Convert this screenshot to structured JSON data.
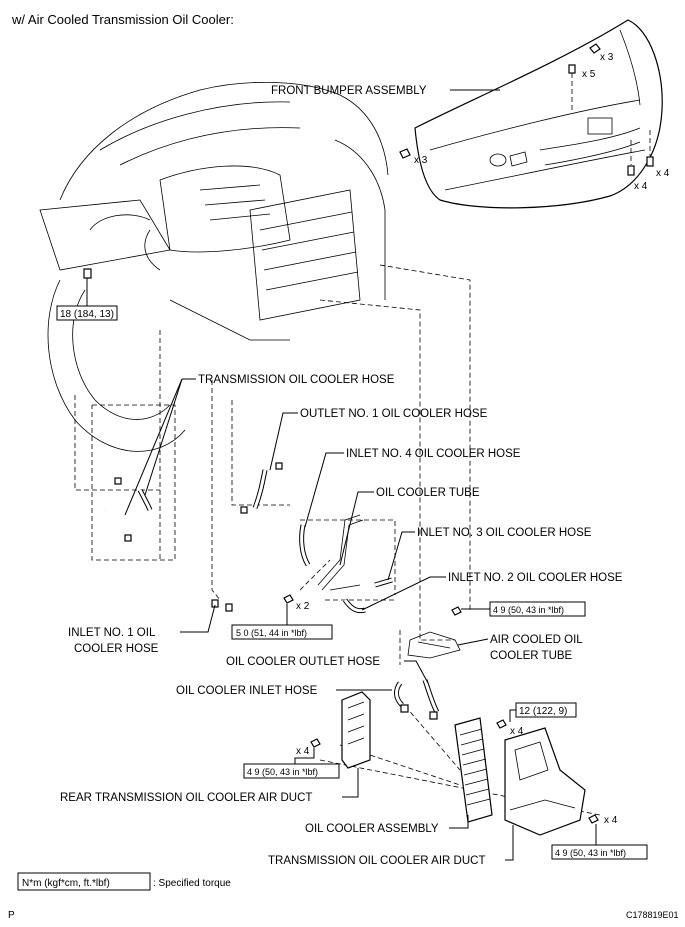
{
  "header": {
    "title": "w/ Air Cooled Transmission Oil Cooler:"
  },
  "labels": {
    "front_bumper": "FRONT BUMPER ASSEMBLY",
    "trans_hose": "TRANSMISSION OIL COOLER HOSE",
    "outlet_no1": "OUTLET NO. 1 OIL COOLER HOSE",
    "inlet_no4": "INLET NO. 4 OIL COOLER HOSE",
    "oil_tube": "OIL COOLER TUBE",
    "inlet_no3": "INLET NO. 3 OIL COOLER HOSE",
    "inlet_no2": "INLET NO. 2 OIL COOLER HOSE",
    "inlet_no1_line1": "INLET NO. 1 OIL",
    "inlet_no1_line2": "COOLER HOSE",
    "air_tube_line1": "AIR COOLED OIL",
    "air_tube_line2": "COOLER TUBE",
    "outlet_hose": "OIL COOLER OUTLET HOSE",
    "inlet_hose": "OIL COOLER INLET HOSE",
    "rear_duct": "REAR TRANSMISSION OIL COOLER AIR DUCT",
    "cooler_assy": "OIL COOLER ASSEMBLY",
    "trans_duct": "TRANSMISSION OIL COOLER AIR DUCT"
  },
  "quantities": {
    "q_x3_top": "x 3",
    "q_x5": "x 5",
    "q_x3_left": "x 3",
    "q_x4_right": "x 4",
    "q_x4_lower": "x 4",
    "q_x2": "x 2",
    "q_x4_cooler": "x 4",
    "q_x4_rear_duct": "x 4",
    "q_x4_trans_duct": "x 4"
  },
  "torques": {
    "t_18": "18 (184, 13)",
    "t_50": "5 0 (51, 44 in *lbf)",
    "t_49_a": "4 9 (50, 43 in *lbf)",
    "t_12": "12 (122, 9)",
    "t_49_b": "4 9 (50, 43 in *lbf)",
    "t_49_c": "4 9 (50, 43 in *lbf)"
  },
  "legend": {
    "unit_box": "N*m (kgf*cm, ft.*lbf)",
    "meaning": ": Specified torque"
  },
  "footer": {
    "left_mark": "P",
    "figure_id": "C178819E01"
  }
}
